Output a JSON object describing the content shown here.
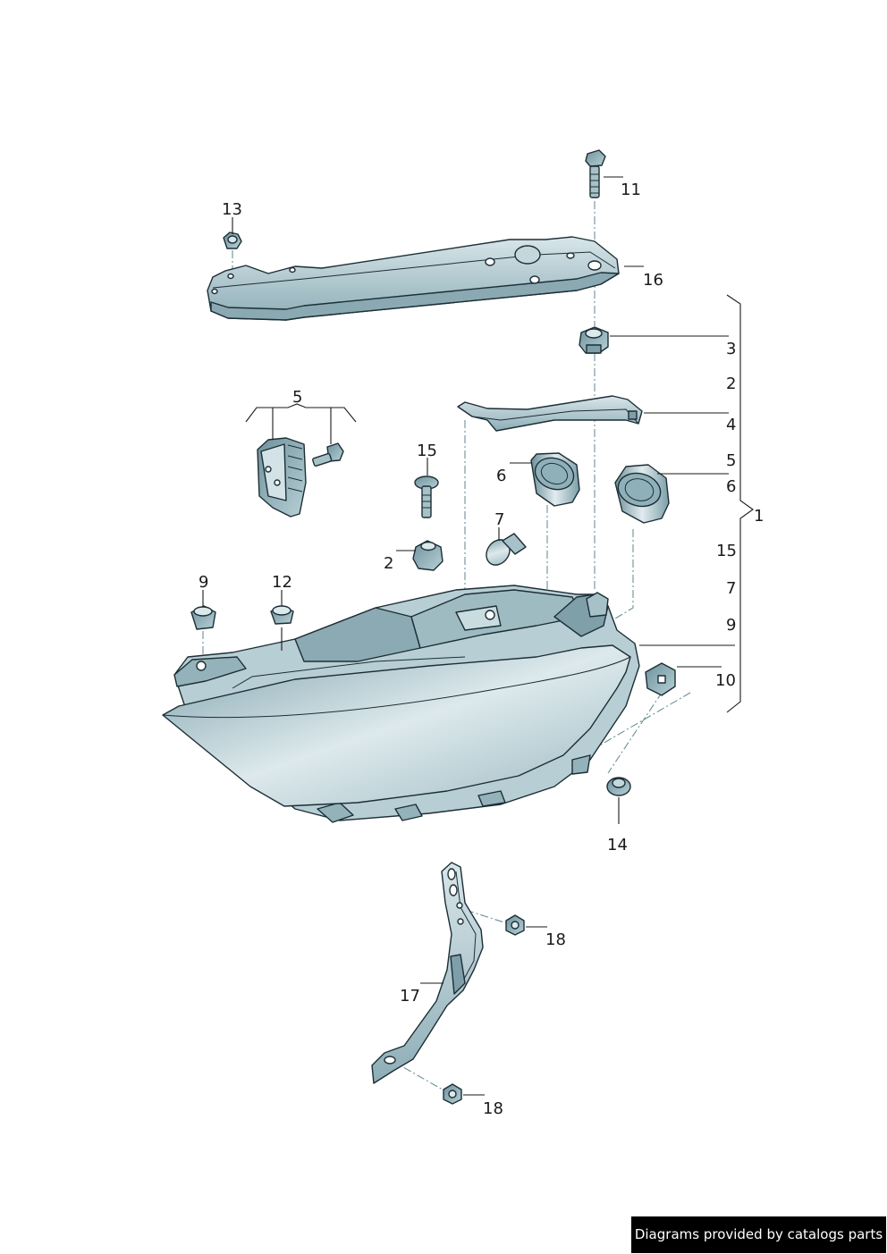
{
  "labels": {
    "p1": "1",
    "p2_part": "2",
    "p2_list": "2",
    "p3": "3",
    "p4": "4",
    "p5_group": "5",
    "p5_list": "5",
    "p6_part": "6",
    "p6_list": "6",
    "p7_part": "7",
    "p7_list": "7",
    "p9_part": "9",
    "p9_list": "9",
    "p10": "10",
    "p11": "11",
    "p12": "12",
    "p13": "13",
    "p14": "14",
    "p15_part": "15",
    "p15_list": "15",
    "p16": "16",
    "p17": "17",
    "p18_top": "18",
    "p18_bottom": "18"
  },
  "footer": "Diagrams provided by catalogs parts",
  "colors": {
    "part_light": "#dce9ec",
    "part_mid": "#a9c3ca",
    "part_dark": "#5f8591",
    "outline": "#1c2e35"
  }
}
